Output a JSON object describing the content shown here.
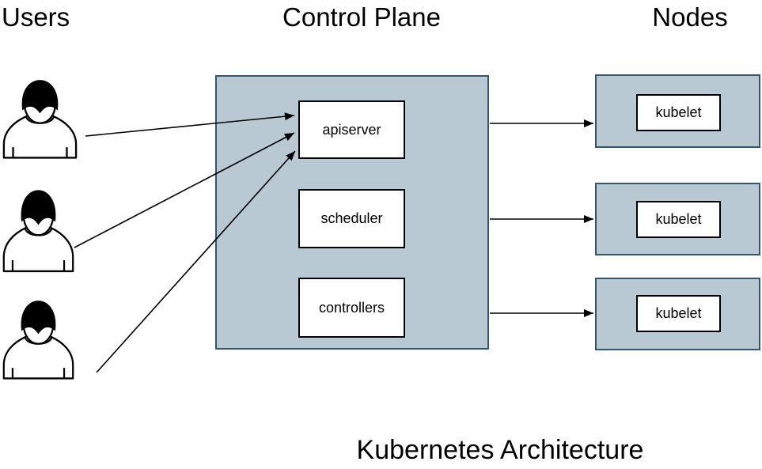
{
  "page": {
    "background": "#ffffff"
  },
  "diagram": {
    "title": "Kubernetes Architecture",
    "headings": {
      "users": "Users",
      "control_plane": "Control Plane",
      "nodes": "Nodes"
    },
    "control_plane": {
      "components": [
        "apiserver",
        "scheduler",
        "controllers"
      ]
    },
    "nodes": [
      {
        "label": "kubelet"
      },
      {
        "label": "kubelet"
      },
      {
        "label": "kubelet"
      }
    ],
    "users": [
      {
        "name": "user-1"
      },
      {
        "name": "user-2"
      },
      {
        "name": "user-3"
      }
    ],
    "icons": {
      "user": "user-icon"
    },
    "connections": {
      "users_to_apiserver": 3,
      "control_plane_to_nodes": 3
    },
    "colors": {
      "container_fill": "#b9c9d3",
      "container_stroke": "#36566b",
      "component_fill": "#ffffff",
      "component_stroke": "#000000",
      "connector": "#000000",
      "text": "#000000"
    }
  }
}
